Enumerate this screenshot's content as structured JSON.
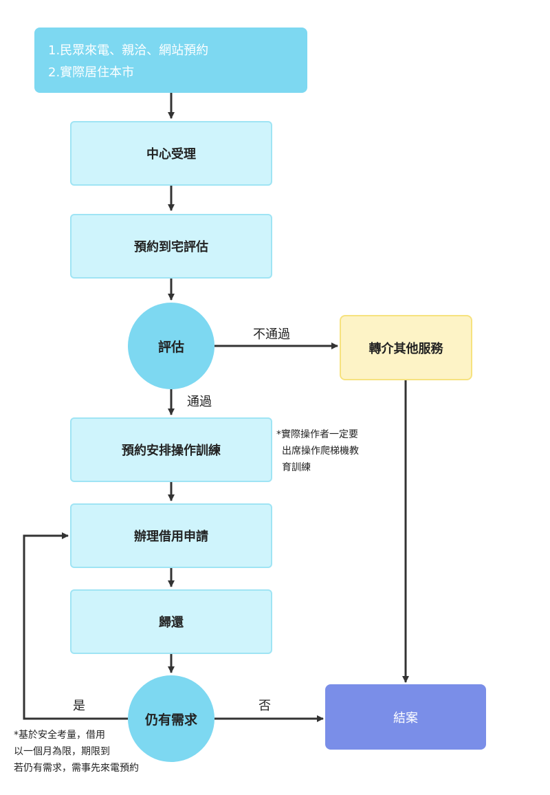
{
  "start": {
    "line1": "1.民眾來電、親洽、網站預約",
    "line2": "2.實際居住本市"
  },
  "steps": {
    "accept": "中心受理",
    "home_visit": "預約到宅評估",
    "evaluate": "評估",
    "refer": "轉介其他服務",
    "training": "預約安排操作訓練",
    "apply": "辦理借用申請",
    "return": "歸還",
    "still_need": "仍有需求",
    "end": "結案"
  },
  "labels": {
    "fail": "不通過",
    "pass": "通過",
    "yes": "是",
    "no": "否"
  },
  "notes": {
    "training": [
      "*實際操作者一定要",
      "出席操作爬梯機教",
      "育訓練"
    ],
    "borrow": [
      "*基於安全考量，借用",
      "以一個月為限，期限到",
      "若仍有需求，需事先來電預約"
    ]
  },
  "colors": {
    "start": "#7dd8f1",
    "step": "#cff4fc",
    "refer": "#fdf3c6",
    "end": "#7a8ee8",
    "arrow": "#333333"
  }
}
